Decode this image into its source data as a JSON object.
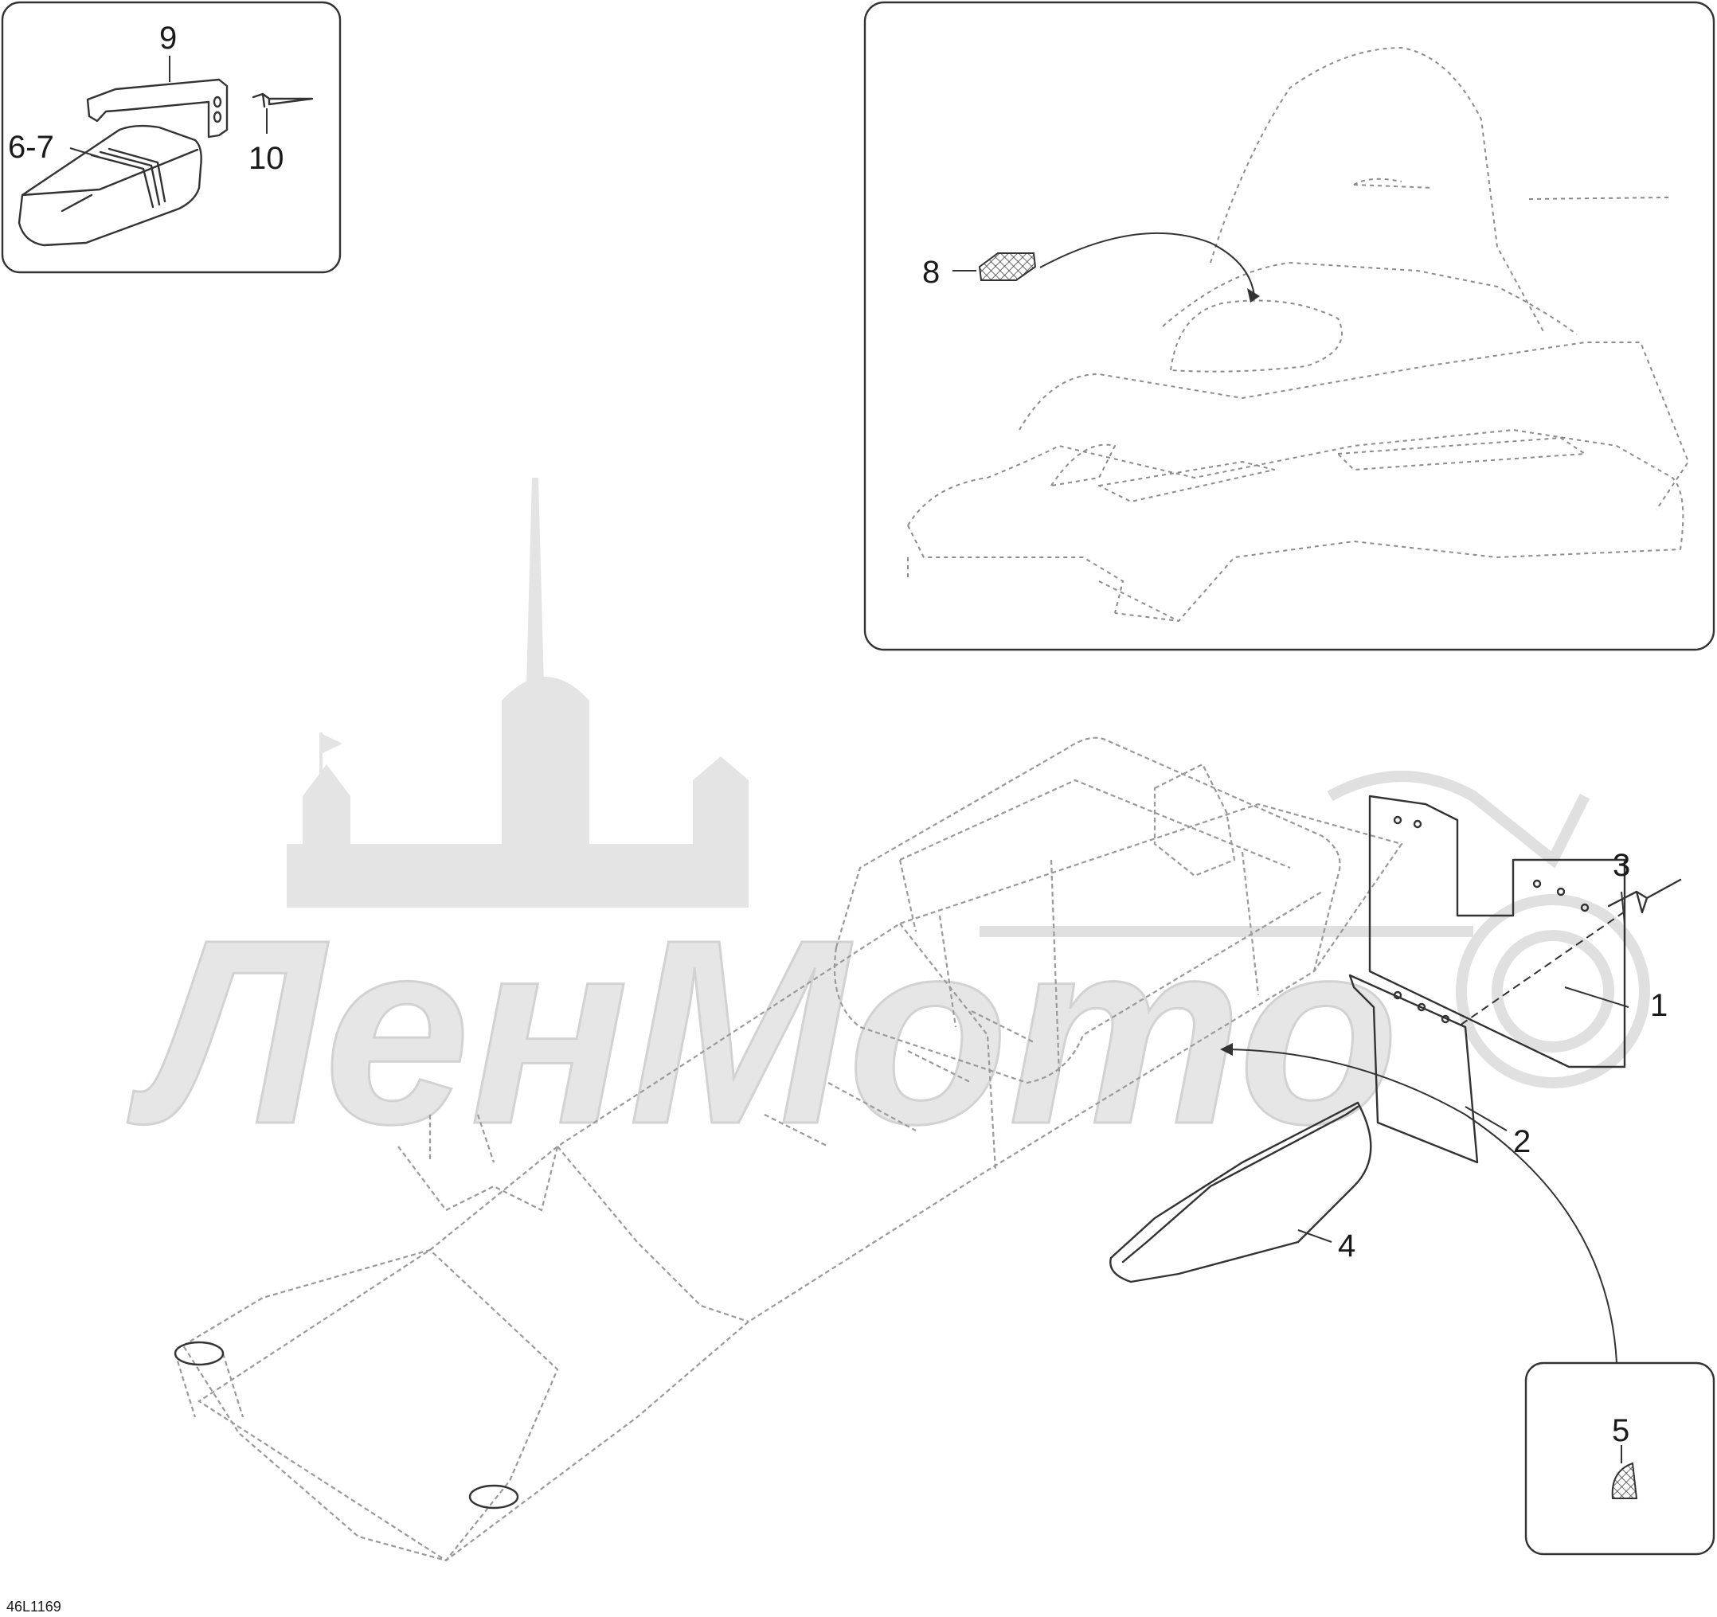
{
  "watermark": {
    "text": "ЛенМото",
    "color": "#e0e0e0"
  },
  "drawing_code": "46L1169",
  "callouts": {
    "c1": "1",
    "c2": "2",
    "c3": "3",
    "c4": "4",
    "c5": "5",
    "c67": "6-7",
    "c8": "8",
    "c9": "9",
    "c10": "10"
  },
  "insets": [
    "seat-and-bracket-detail",
    "snowmobile-body-detail",
    "reflector-detail"
  ],
  "colors": {
    "line": "#333333",
    "ghost_line": "#8c8c8c",
    "background": "#ffffff"
  }
}
